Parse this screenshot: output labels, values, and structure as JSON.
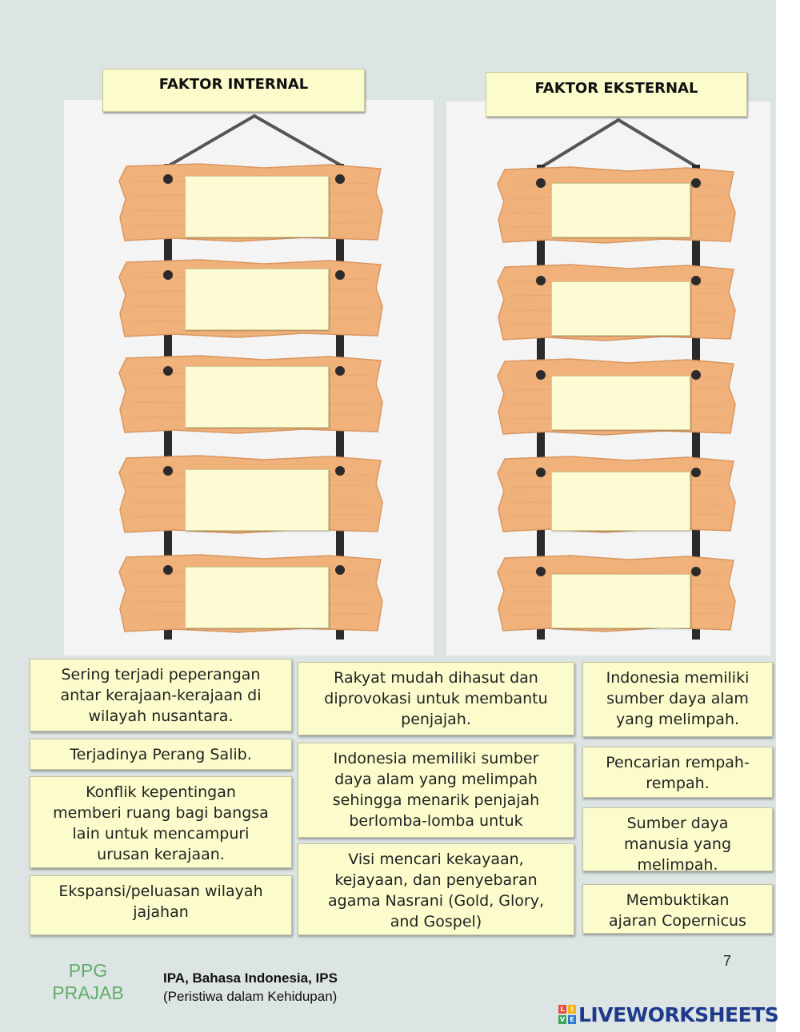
{
  "headers": {
    "internal": "FAKTOR INTERNAL",
    "external": "FAKTOR EKSTERNAL"
  },
  "cards": [
    "Sering terjadi peperangan\nantar kerajaan-kerajaan di\nwilayah nusantara.",
    "Terjadinya Perang Salib.",
    "Konflik kepentingan\nmemberi ruang bagi bangsa\nlain untuk mencampuri\nurusan kerajaan.",
    "Ekspansi/peluasan wilayah\njajahan",
    "Rakyat mudah dihasut dan\ndiprovokasi untuk membantu\npenjajah.",
    "Indonesia memiliki sumber\ndaya alam yang melimpah\nsehingga menarik penjajah\nberlomba-lomba untuk",
    "Visi mencari kekayaan,\nkejayaan, dan penyebaran\nagama Nasrani (Gold, Glory,\nand Gospel)",
    "Indonesia memiliki\nsumber daya alam\nyang melimpah.",
    "Pencarian rempah-\nrempah.",
    "Sumber daya\nmanusia yang\nmelimpah.",
    "Membuktikan\najaran Copernicus"
  ],
  "footer": {
    "program": "PPG\nPRAJAB",
    "subject": "IPA, Bahasa Indonesia, IPS",
    "topic": "(Peristiwa dalam Kehidupan)",
    "page_number": "7",
    "logo_text": "LIVEWORKSHEETS",
    "logo_icon_letters": [
      "L",
      "I",
      "V",
      "E"
    ]
  },
  "colors": {
    "wood": "#f0b27a",
    "slot": "#fdfbd3",
    "card": "#fcfbcc",
    "ppg_green": "#5fae6a",
    "logo_blue": "#1f3a8c"
  }
}
